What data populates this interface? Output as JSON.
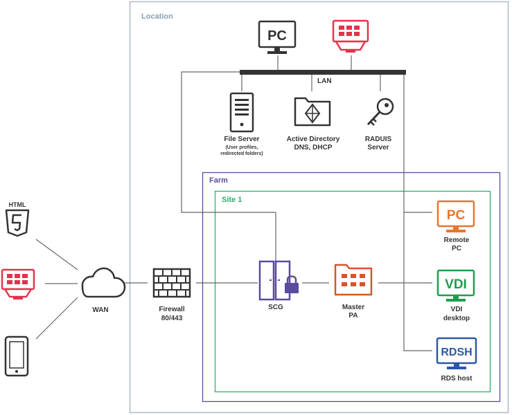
{
  "zones": {
    "location": "Location",
    "farm": "Farm",
    "site": "Site 1"
  },
  "lan": {
    "label": "LAN"
  },
  "lan_devices": {
    "pc_badge": "PC"
  },
  "servers": {
    "file_server": {
      "title": "File Server",
      "note_1": "(User profiles,",
      "note_2": "redirected folders)"
    },
    "active_directory": {
      "line_1": "Active Directory",
      "line_2": "DNS, DHCP"
    },
    "radius": {
      "line_1": "RADUIS",
      "line_2": "Server"
    }
  },
  "clients": {
    "html5_badge": "HTML"
  },
  "wan": {
    "label": "WAN"
  },
  "firewall": {
    "line_1": "Firewall",
    "line_2": "80/443"
  },
  "scg": {
    "label": "SCG"
  },
  "master_pa": {
    "line_1": "Master",
    "line_2": "PA"
  },
  "targets": {
    "remote_pc": {
      "badge": "PC",
      "line_1": "Remote",
      "line_2": "PC"
    },
    "vdi": {
      "badge": "VDI",
      "line_1": "VDI",
      "line_2": "desktop"
    },
    "rdsh": {
      "badge": "RDSH",
      "line_1": "RDS host"
    }
  },
  "colors": {
    "location_border": "#a9b9c6",
    "location_text": "#8aa0b3",
    "farm_border": "#5b4a9e",
    "site_border": "#2fae6b",
    "accent_red": "#e4334a",
    "scg_purple": "#5b4a9e",
    "master_orange": "#d9532b",
    "remote_pc_orange": "#e8762c",
    "vdi_green": "#1e9e4a",
    "rdsh_blue": "#2c57a5"
  }
}
